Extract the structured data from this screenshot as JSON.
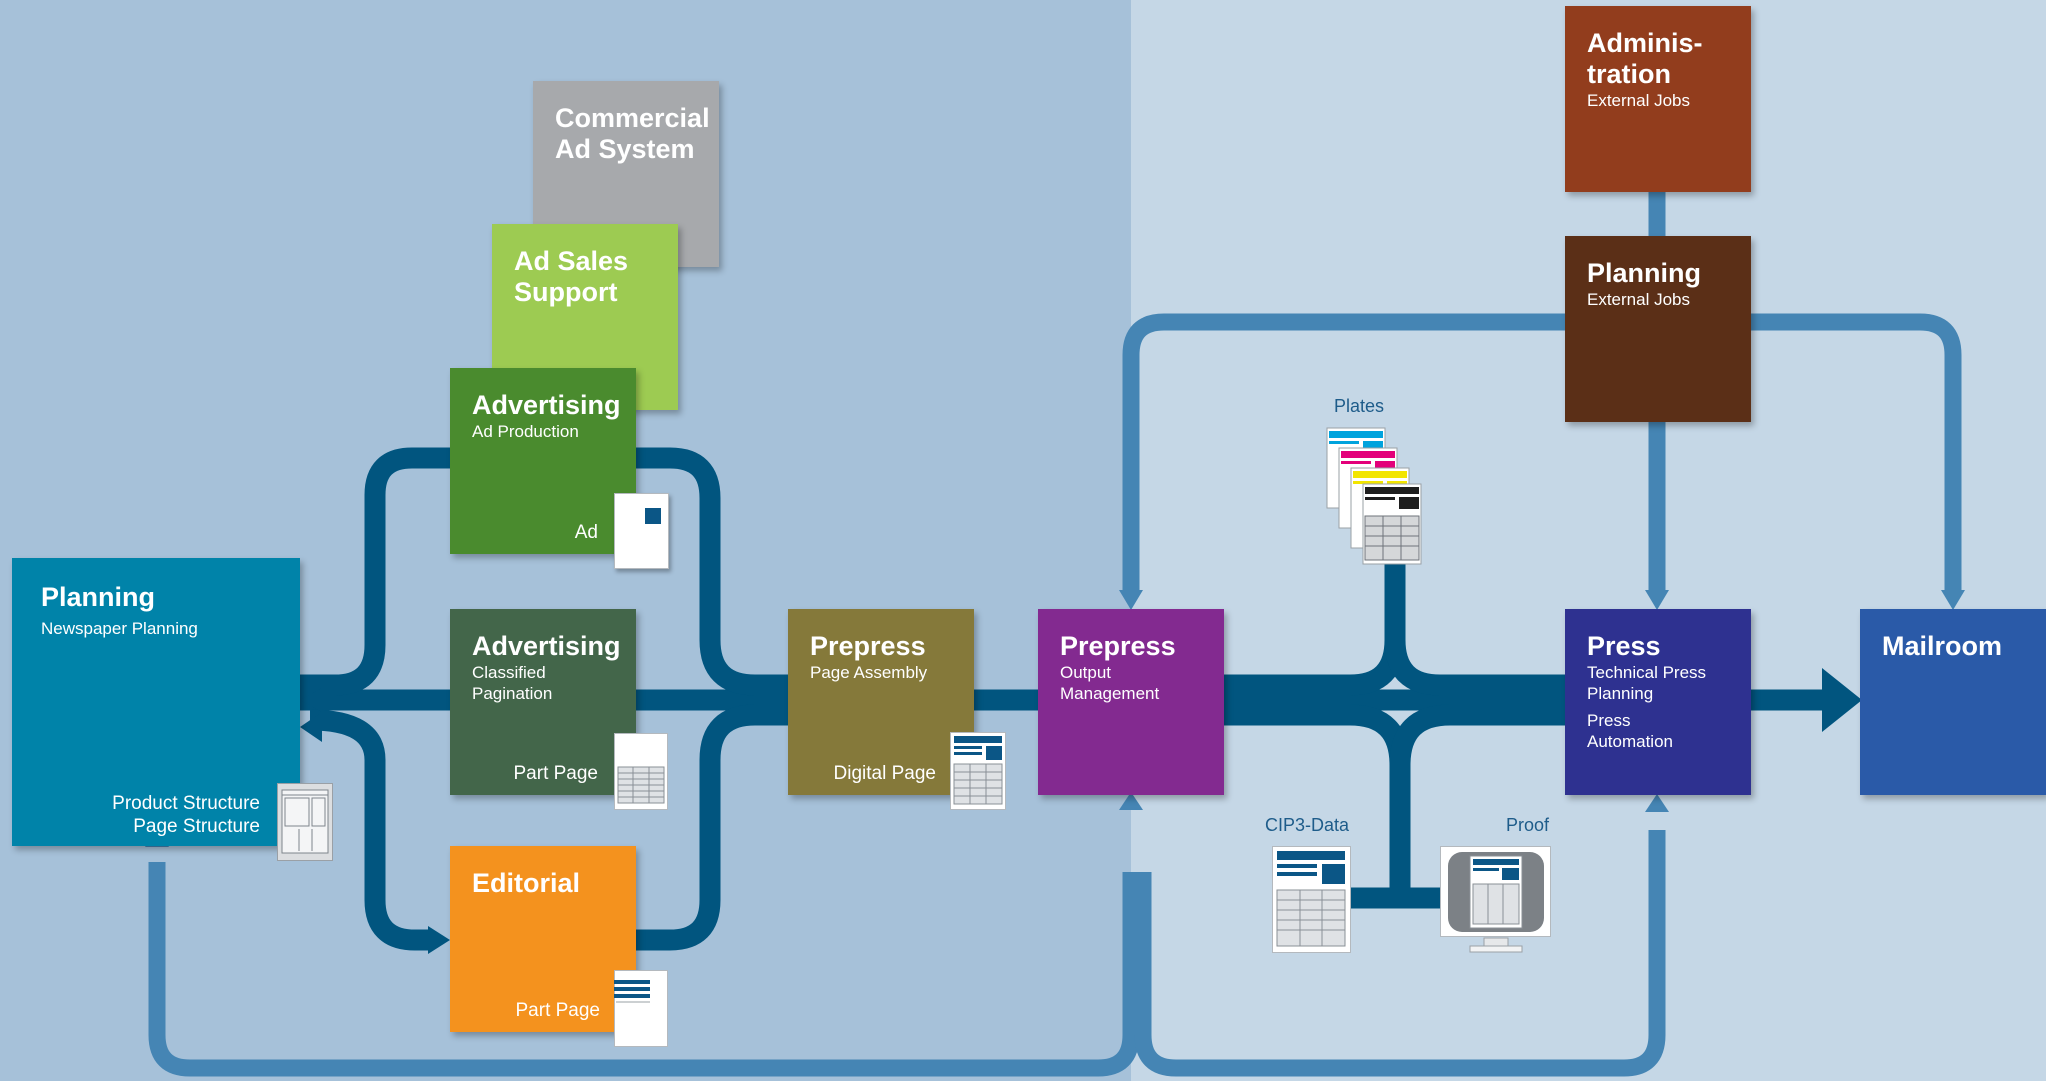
{
  "boxes": {
    "commercial": {
      "title_line1": "Commercial",
      "title_line2": "Ad System",
      "color": "#a7a9ac"
    },
    "ad_sales": {
      "title_line1": "Ad Sales",
      "title_line2": "Support",
      "color": "#9dcb52"
    },
    "ad_production": {
      "title": "Advertising",
      "subtitle": "Ad Production",
      "caption": "Ad",
      "color": "#4a8b2e"
    },
    "classified": {
      "title": "Advertising",
      "subtitle_line1": "Classified",
      "subtitle_line2": "Pagination",
      "caption": "Part Page",
      "color": "#43664a"
    },
    "editorial": {
      "title": "Editorial",
      "caption": "Part Page",
      "color": "#f4921e"
    },
    "planning_newspaper": {
      "title": "Planning",
      "subtitle": "Newspaper Planning",
      "caption_line1": "Product Structure",
      "caption_line2": "Page Structure",
      "color": "#0083a9"
    },
    "prepress_assembly": {
      "title": "Prepress",
      "subtitle": "Page Assembly",
      "caption": "Digital Page",
      "color": "#85793a"
    },
    "prepress_output": {
      "title": "Prepress",
      "subtitle_line1": "Output",
      "subtitle_line2": "Management",
      "color": "#832a90"
    },
    "administration": {
      "title_line1": "Adminis-",
      "title_line2": "tration",
      "subtitle": "External Jobs",
      "color": "#923d1d"
    },
    "planning_external": {
      "title": "Planning",
      "subtitle": "External Jobs",
      "color": "#5b2f17"
    },
    "press": {
      "title": "Press",
      "subtitle_line1": "Technical Press",
      "subtitle_line2": "Planning",
      "subtitle_line3": "Press",
      "subtitle_line4": "Automation",
      "color": "#2e3190"
    },
    "mailroom": {
      "title": "Mailroom",
      "color": "#2a5aa8"
    }
  },
  "labels": {
    "plates": "Plates",
    "cip3": "CIP3-Data",
    "proof": "Proof"
  },
  "colors": {
    "background_left": "#a6c1d9",
    "background_right": "#c5d7e6",
    "flow_dark": "#01557f",
    "flow_light": "#4585b4",
    "plate_colors": [
      "#00a3dd",
      "#e3007a",
      "#f2e500",
      "#1e1e1e"
    ]
  },
  "icons": [
    "ad-page-icon",
    "part-page-icon",
    "structure-page-icon",
    "digital-page-icon",
    "plates-stack-icon",
    "cip3-data-icon",
    "proof-monitor-icon"
  ]
}
